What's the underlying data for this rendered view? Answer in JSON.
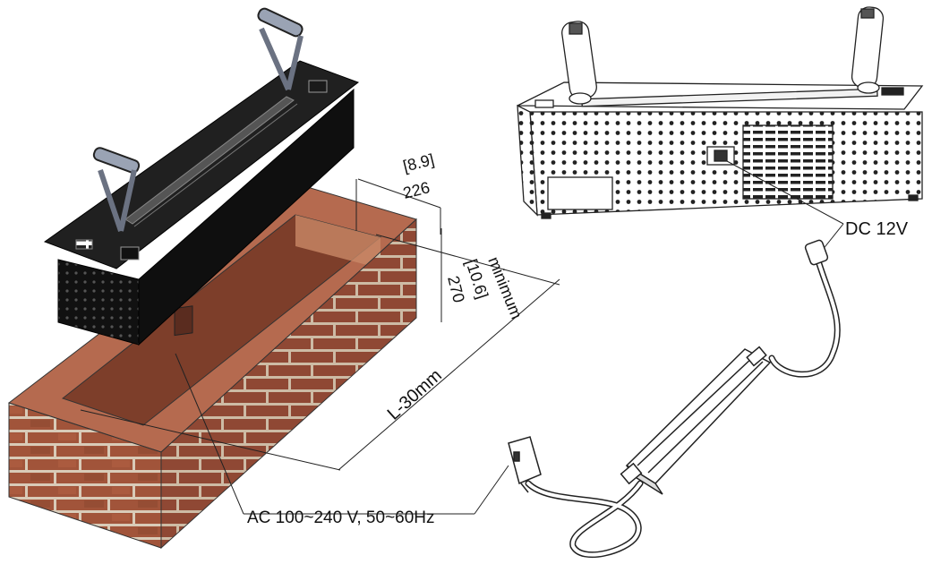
{
  "dimensions": {
    "depth_in": "[8.9]",
    "depth_mm": "226",
    "min_label": "minimum",
    "height_in": "[10.6]",
    "height_mm": "270",
    "length": "L-30mm"
  },
  "callouts": {
    "dc": "DC 12V",
    "ac": "AC 100~240 V, 50~60Hz"
  },
  "colors": {
    "brick": "#a1543a",
    "brick_dark": "#7d3e2a",
    "mortar": "#d9cbb8",
    "burner": "#1b1b1b",
    "line": "#222222"
  }
}
